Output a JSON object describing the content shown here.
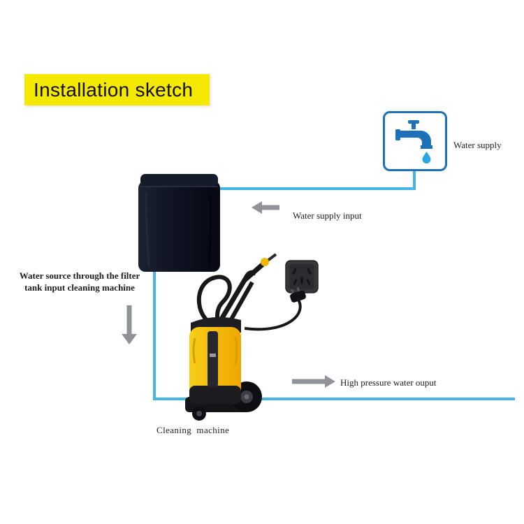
{
  "banner": {
    "label": "Installation sketch"
  },
  "labels": {
    "water_supply": "Water supply",
    "water_supply_input": "Water supply input",
    "filter_note_line1": "Water source through the filter",
    "filter_note_line2": "tank input cleaning machine",
    "high_pressure_output": "High pressure water ouput",
    "cleaning_machine": "Cleaning  machine"
  },
  "icons": {
    "faucet": "faucet-icon",
    "water_drop": "water-drop-icon",
    "filter_tank": "filter-tank-illustration",
    "pressure_washer": "pressure-washer-illustration",
    "power_socket": "power-socket-icon",
    "power_cord": "power-cord",
    "left_arrow": "left-arrow-icon",
    "down_arrow": "down-arrow-icon",
    "right_arrow": "right-arrow-icon"
  },
  "colors": {
    "banner-yellow": "#f6e900",
    "pipe-blue": "#45b6e3",
    "supply-blue": "#1d71b8",
    "drop-blue": "#2aa7df",
    "arrow-gray": "#8f9296",
    "machine-yellow": "#f2b800",
    "text-dark": "#1d1d1f"
  }
}
